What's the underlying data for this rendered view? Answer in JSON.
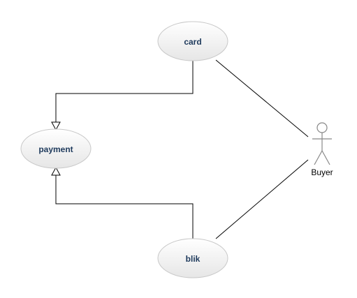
{
  "diagram": {
    "type": "use-case",
    "use_cases": {
      "card": "card",
      "payment": "payment",
      "blik": "blik"
    },
    "actor": {
      "name": "Buyer"
    },
    "relationships": [
      {
        "from": "card",
        "to": "payment",
        "kind": "generalization"
      },
      {
        "from": "blik",
        "to": "payment",
        "kind": "generalization"
      },
      {
        "from": "Buyer",
        "to": "card",
        "kind": "association"
      },
      {
        "from": "Buyer",
        "to": "blik",
        "kind": "association"
      }
    ]
  },
  "colors": {
    "usecase_fill_top": "#ffffff",
    "usecase_fill_bottom": "#e6e6e6",
    "usecase_border": "#c8c8c8",
    "usecase_text": "#1e3a5c",
    "actor_stroke": "#888888",
    "line": "#000000"
  }
}
